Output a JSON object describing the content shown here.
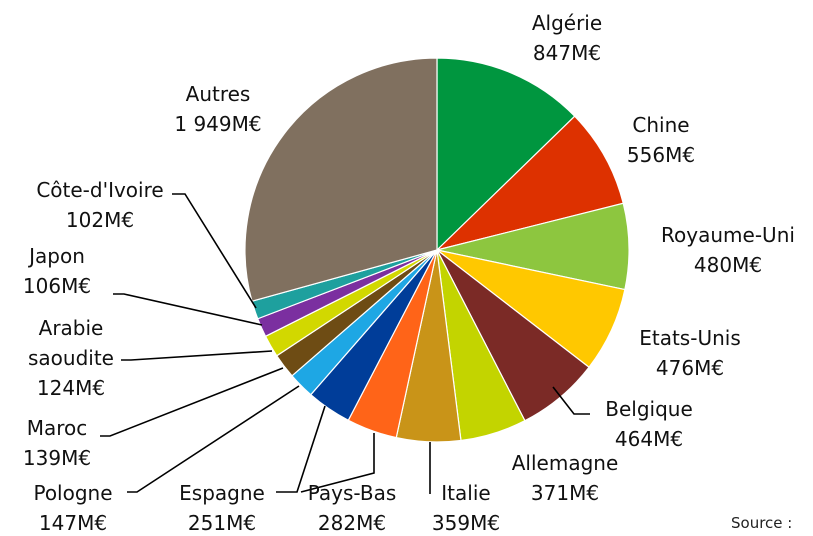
{
  "chart_data": {
    "type": "pie",
    "unit": "M€",
    "categories": [
      "Algérie",
      "Chine",
      "Royaume-Uni",
      "Etats-Unis",
      "Belgique",
      "Allemagne",
      "Italie",
      "Pays-Bas",
      "Espagne",
      "Pologne",
      "Maroc",
      "Arabie saoudite",
      "Japon",
      "Côte-d'Ivoire",
      "Autres"
    ],
    "values": [
      847,
      556,
      480,
      476,
      464,
      371,
      359,
      282,
      251,
      147,
      139,
      124,
      106,
      102,
      1949
    ],
    "value_labels": [
      "847M€",
      "556M€",
      "480M€",
      "476M€",
      "464M€",
      "371M€",
      "359M€",
      "282M€",
      "251M€",
      "147M€",
      "139M€",
      "124M€",
      "106M€",
      "102M€",
      "1 949M€"
    ],
    "label_lines": [
      [
        "Algérie"
      ],
      [
        "Chine"
      ],
      [
        "Royaume-Uni"
      ],
      [
        "Etats-Unis"
      ],
      [
        "Belgique"
      ],
      [
        "Allemagne"
      ],
      [
        "Italie"
      ],
      [
        "Pays-Bas"
      ],
      [
        "Espagne"
      ],
      [
        "Pologne"
      ],
      [
        "Maroc"
      ],
      [
        "Arabie",
        "saoudite"
      ],
      [
        "Japon"
      ],
      [
        "Côte-d'Ivoire"
      ],
      [
        "Autres"
      ]
    ],
    "colors": [
      "#00963f",
      "#dd3100",
      "#8dc63f",
      "#ffc800",
      "#7b2a26",
      "#c3d400",
      "#c99418",
      "#ff6418",
      "#003d99",
      "#1ea7e4",
      "#6e4c14",
      "#d2d800",
      "#7b2fa0",
      "#1ea09e",
      "#80705f"
    ],
    "start_angle_deg": 0,
    "direction": "clockwise",
    "legend": "none",
    "source_text": "Source :"
  }
}
